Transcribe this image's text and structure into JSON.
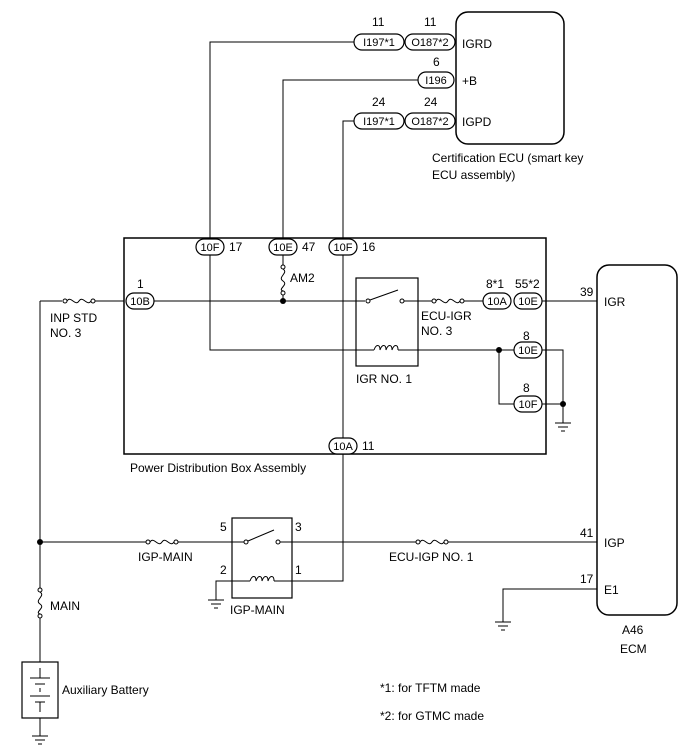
{
  "ecu": {
    "name_line1": "Certification ECU (smart key",
    "name_line2": "ECU assembly)",
    "pins": {
      "igrd": {
        "label": "IGRD",
        "conn1": "I197*1",
        "num1": "11",
        "conn2": "O187*2",
        "num2": "11"
      },
      "b": {
        "label": "+B",
        "conn": "I196",
        "num": "6"
      },
      "igpd": {
        "label": "IGPD",
        "conn1": "I197*1",
        "num1": "24",
        "conn2": "O187*2",
        "num2": "24"
      }
    }
  },
  "pdb": {
    "name": "Power Distribution Box Assembly",
    "top_conns": [
      {
        "conn": "10F",
        "num": "17"
      },
      {
        "conn": "10E",
        "num": "47"
      },
      {
        "conn": "10F",
        "num": "16"
      }
    ],
    "left_conn": {
      "conn": "10B",
      "num": "1"
    },
    "igr_conns": [
      {
        "conn": "10A",
        "num": "8*1"
      },
      {
        "conn": "10E",
        "num": "55*2"
      }
    ],
    "gnd_conns": [
      {
        "conn": "10E",
        "num": "8"
      },
      {
        "conn": "10F",
        "num": "8"
      }
    ],
    "bottom_conn": {
      "conn": "10A",
      "num": "11"
    },
    "fuse_am2": "AM2",
    "fuse_ecu_igr_1": "ECU-IGR",
    "fuse_ecu_igr_2": "NO. 3",
    "relay_igr": "IGR NO. 1"
  },
  "external": {
    "inp_std_1": "INP STD",
    "inp_std_2": "NO. 3",
    "igp_main_fuse": "IGP-MAIN",
    "igp_main_relay": "IGP-MAIN",
    "relay_pins": {
      "p5": "5",
      "p3": "3",
      "p2": "2",
      "p1": "1"
    },
    "ecu_igp_fuse": "ECU-IGP NO. 1",
    "main_fuse": "MAIN",
    "battery": "Auxiliary Battery"
  },
  "ecm": {
    "id": "A46",
    "name": "ECM",
    "pins": [
      {
        "num": "39",
        "label": "IGR"
      },
      {
        "num": "41",
        "label": "IGP"
      },
      {
        "num": "17",
        "label": "E1"
      }
    ]
  },
  "notes": {
    "n1": "*1: for TFTM made",
    "n2": "*2: for GTMC made"
  }
}
